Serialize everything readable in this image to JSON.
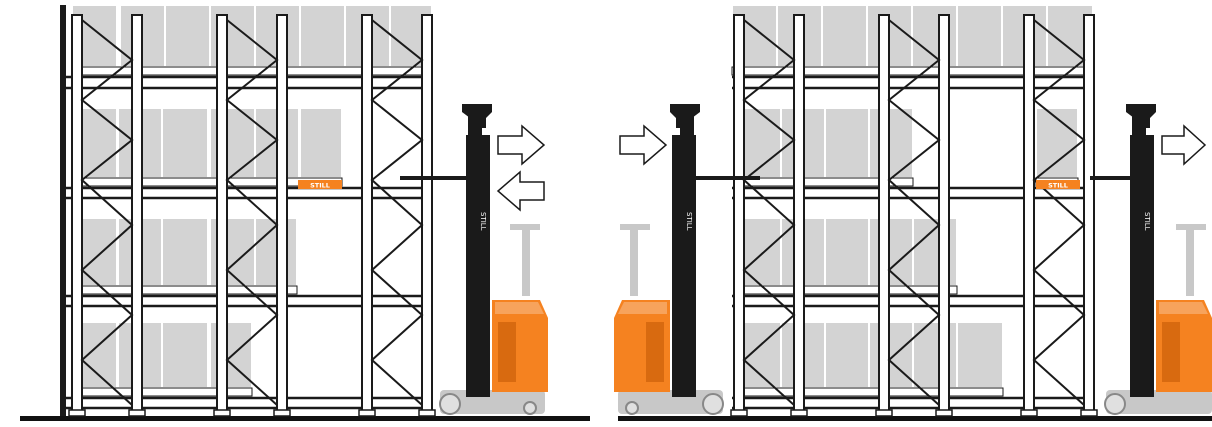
{
  "figure": {
    "panels": [
      {
        "id": "left",
        "truck_side": "right",
        "arrows": [
          "right",
          "left"
        ],
        "pallet_label": "STILL",
        "truck_brand": "STILL"
      },
      {
        "id": "right",
        "truck_side": "both",
        "arrows": [
          "right",
          "right"
        ],
        "pallet_label": "STILL",
        "truck_brand": "STILL"
      }
    ],
    "colors": {
      "rack_line": "#1a1a1a",
      "box_fill": "#d3d3d3",
      "truck_orange": "#f58220",
      "truck_light_orange": "#f7a35c",
      "truck_grey": "#c8c8c8",
      "mast": "#1a1a1a",
      "floor": "#111111"
    }
  }
}
